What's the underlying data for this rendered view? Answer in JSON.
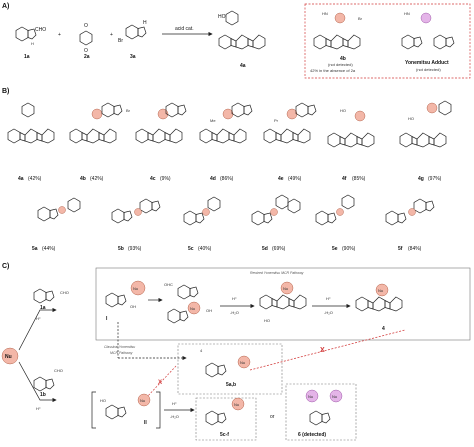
{
  "sections": {
    "a": "A)",
    "b": "B)",
    "c": "C)"
  },
  "panel_a": {
    "labels": [
      "1a",
      "2a",
      "3a",
      "4a"
    ],
    "reagent": "acid cat.",
    "product_4b": "4b",
    "product_4b_note1": "(not detected)",
    "product_4b_note2": "42% in the absence of 2a",
    "adduct_title": "Yonemitsu Adduct",
    "adduct_note": "(not detected)",
    "br": "Br",
    "cho": "CHO",
    "o": "O",
    "ho": "HO",
    "hn": "HN",
    "h": "H",
    "n": "N",
    "plus": "+"
  },
  "panel_b": {
    "row1": [
      {
        "id": "4a",
        "yield": "(42%)"
      },
      {
        "id": "4b",
        "yield": "(42%)"
      },
      {
        "id": "4c",
        "yield": "(9%)"
      },
      {
        "id": "4d",
        "yield": "(86%)"
      },
      {
        "id": "4e",
        "yield": "(49%)"
      },
      {
        "id": "4f",
        "yield": "(85%)"
      },
      {
        "id": "4g",
        "yield": "(97%)"
      }
    ],
    "row2": [
      {
        "id": "5a",
        "yield": "(44%)"
      },
      {
        "id": "5b",
        "yield": "(93%)"
      },
      {
        "id": "5c",
        "yield": "(40%)"
      },
      {
        "id": "5d",
        "yield": "(69%)"
      },
      {
        "id": "5e",
        "yield": "(90%)"
      },
      {
        "id": "5f",
        "yield": "(84%)"
      }
    ],
    "me": "Me",
    "pr": "Pr"
  },
  "panel_c": {
    "nu": "Nu",
    "start_1a": "1a",
    "start_1b": "1b",
    "hplus": "H⁺",
    "rewired_title": "Rewired Yonemitsu MCR Pathway",
    "classical_title1": "Classical Yonemitsu",
    "classical_title2": "MCR Pathway",
    "int_I": "I",
    "int_II": "II",
    "minus_h2o": "-H₂O",
    "prod_4": "4",
    "prod_5": "5a,b",
    "prod_5cf": "5c-f",
    "prod_6": "6 (detected)",
    "or": "or",
    "x": "X",
    "ohc": "OHC",
    "oh": "OH",
    "ho": "HO",
    "h": "H",
    "n": "N"
  }
}
